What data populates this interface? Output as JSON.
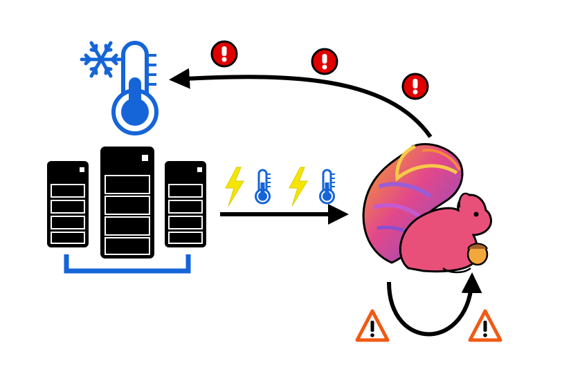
{
  "diagram": {
    "nodes": [
      {
        "id": "cooling",
        "icon": "snowflake-thermometer-icon"
      },
      {
        "id": "servers",
        "icon": "server-rack-icon",
        "count": 3
      },
      {
        "id": "stream-processor",
        "icon": "flink-squirrel-logo"
      }
    ],
    "edges": [
      {
        "from": "servers",
        "to": "stream-processor",
        "labels": [
          "lightning-icon",
          "thermometer-icon",
          "lightning-icon",
          "thermometer-icon"
        ]
      },
      {
        "from": "stream-processor",
        "to": "cooling",
        "labels": [
          "alert-icon",
          "alert-icon",
          "alert-icon"
        ]
      },
      {
        "from": "stream-processor",
        "to": "stream-processor",
        "labels": [
          "warning-icon",
          "warning-icon"
        ]
      }
    ]
  },
  "colors": {
    "ink": "#000000",
    "blue": "#1565d8",
    "yellow": "#f5e600",
    "alert_red": "#e00000",
    "warning_orange": "#f05a14",
    "squirrel_body": "#e8507a"
  }
}
